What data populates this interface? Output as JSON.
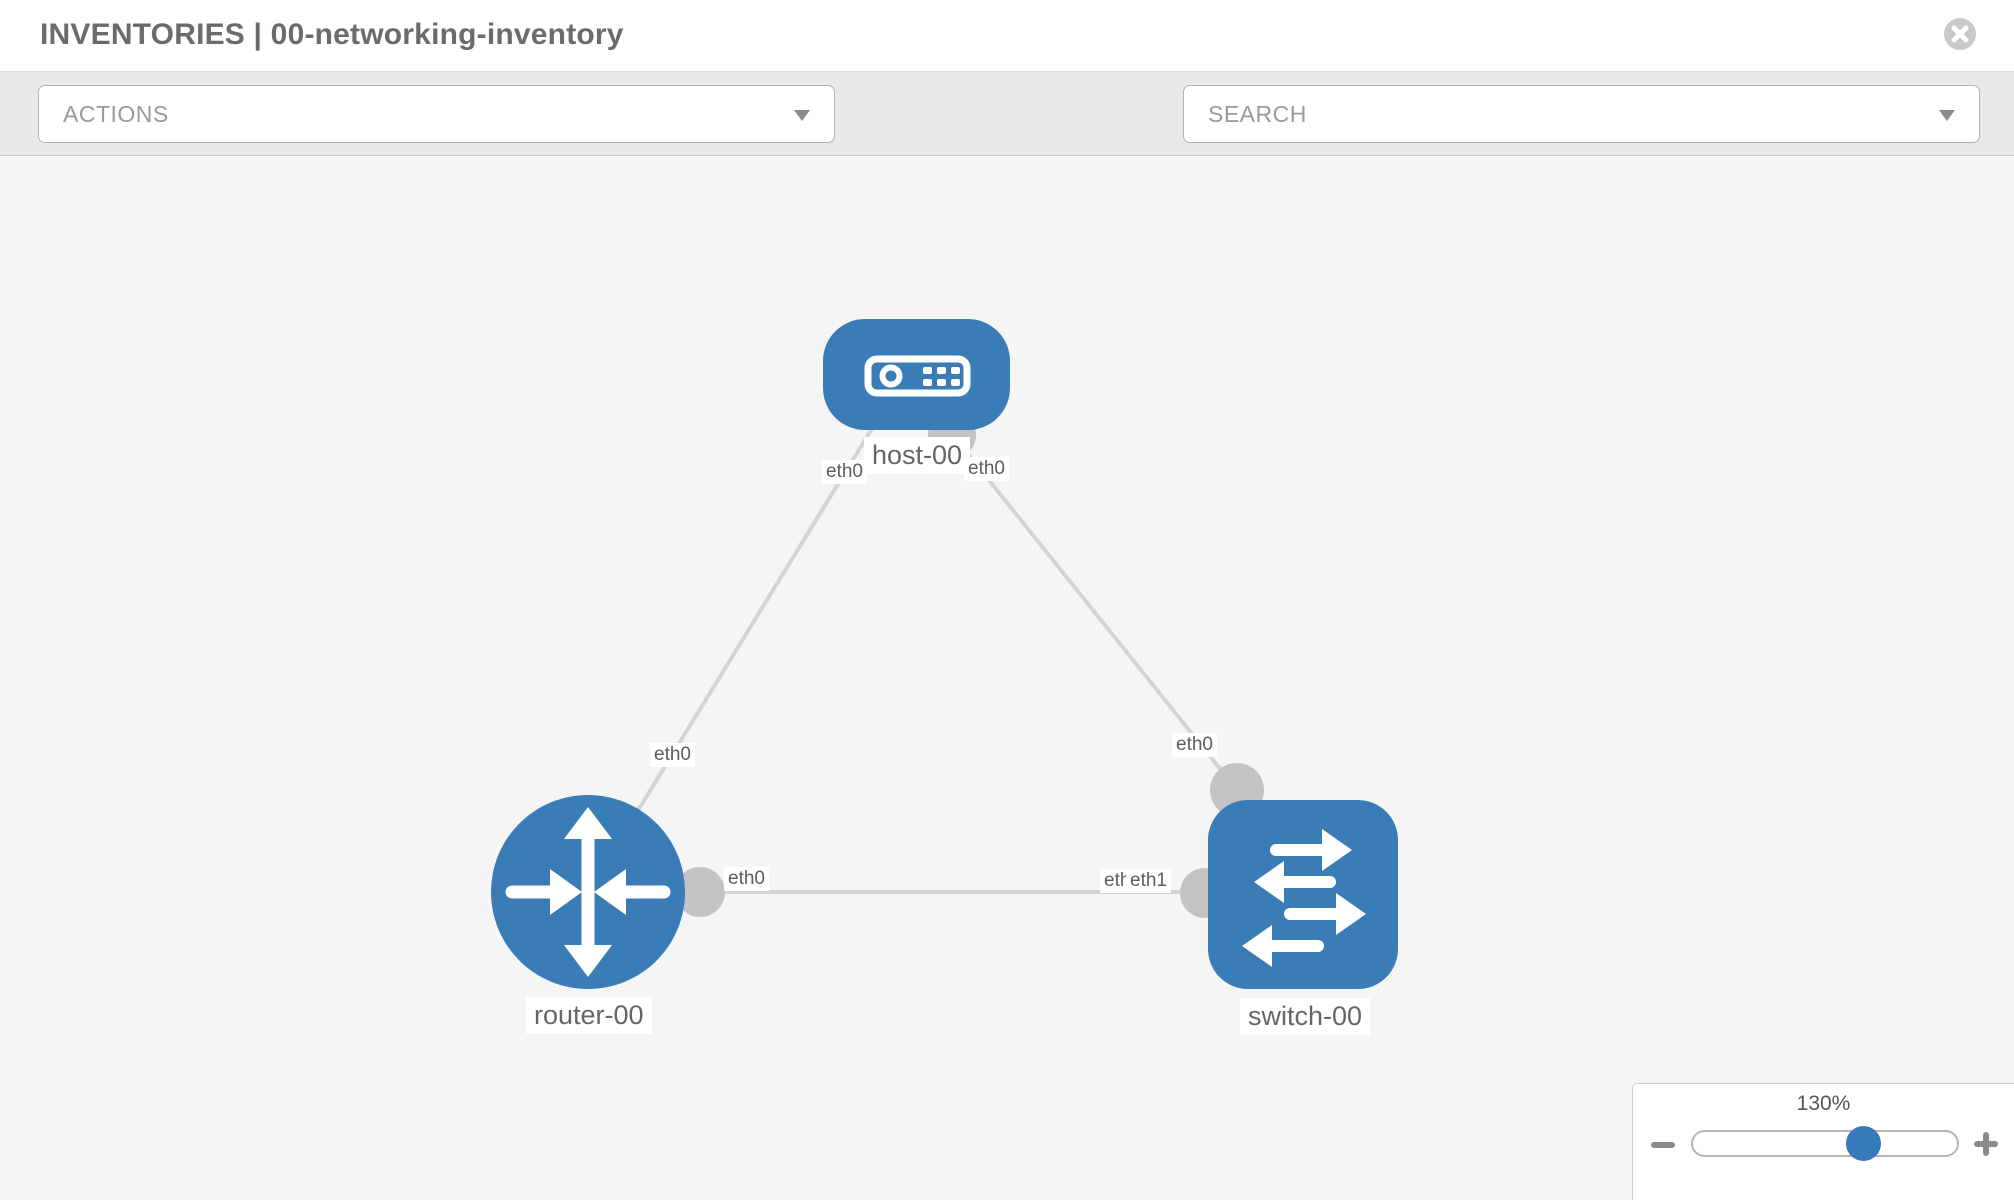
{
  "header": {
    "title": "INVENTORIES | 00-networking-inventory"
  },
  "toolbar": {
    "actions_label": "ACTIONS",
    "search_label": "SEARCH"
  },
  "canvas": {
    "nodes": [
      {
        "name": "host-00",
        "type": "host",
        "shape": "rounded-rect",
        "icon": "server-icon"
      },
      {
        "name": "router-00",
        "type": "router",
        "shape": "circle",
        "icon": "router-arrows-icon"
      },
      {
        "name": "switch-00",
        "type": "switch",
        "shape": "rounded-rect",
        "icon": "switch-arrows-icon"
      }
    ],
    "links": [
      {
        "from": "router-00",
        "to": "host-00",
        "from_interface": "eth0",
        "to_interface": "eth0"
      },
      {
        "from": "host-00",
        "to": "switch-00",
        "from_interface": "eth0",
        "to_interface": "eth0"
      },
      {
        "from": "router-00",
        "to": "switch-00",
        "from_interface": "eth0",
        "to_interface": "eth1"
      }
    ],
    "labels": {
      "host_name": "host-00",
      "router_name": "router-00",
      "switch_name": "switch-00",
      "host_if_left": "eth0",
      "host_if_right": "eth0",
      "linkA_router_if": "eth0",
      "linkB_switch_if": "eth0",
      "linkC_router_if": "eth0",
      "linkC_switch_if_back": "eth0",
      "linkC_switch_if_front": "eth1"
    }
  },
  "zoom_control": {
    "percent": "130%"
  },
  "colors": {
    "node_blue": "#3a7cb5",
    "canvas_bg": "#f5f5f6",
    "link_gray": "#d4d4d4",
    "dot_gray": "#c3c3c3",
    "thumb_blue": "#377ab8",
    "toolbar_bg": "#e9e9e9"
  }
}
